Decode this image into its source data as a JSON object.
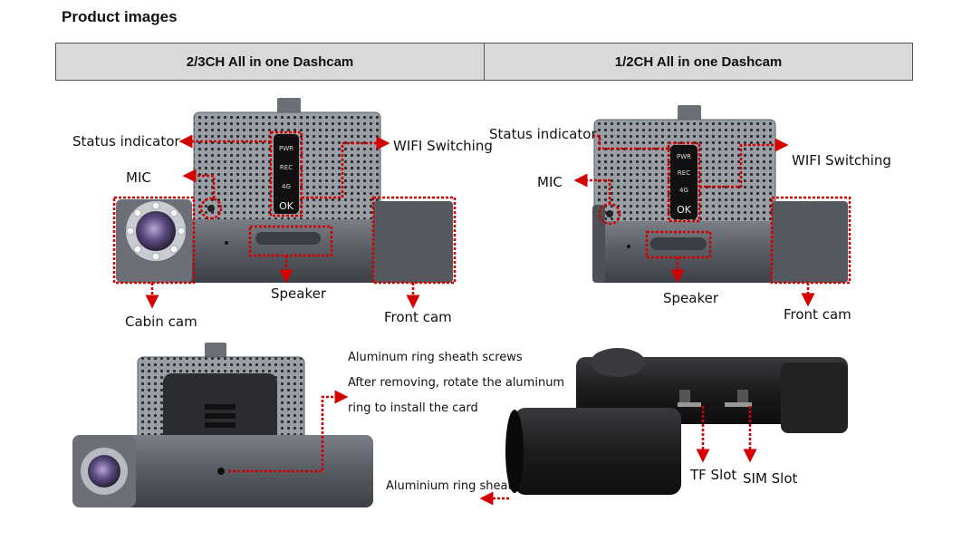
{
  "heading": "Product images",
  "table": {
    "left_header": "2/3CH All in one Dashcam",
    "right_header": "1/2CH All in one Dashcam"
  },
  "device_labels": {
    "pwr": "PWR",
    "rec": "REC",
    "net": "4G",
    "ok": "OK"
  },
  "left_device": {
    "status_indicator": "Status indicator",
    "mic": "MIC",
    "wifi_switching": "WIFI Switching",
    "speaker": "Speaker",
    "cabin_cam": "Cabin cam",
    "front_cam": "Front cam"
  },
  "right_device": {
    "status_indicator": "Status indicator",
    "mic": "MIC",
    "wifi_switching": "WIFI Switching",
    "speaker": "Speaker",
    "front_cam": "Front cam"
  },
  "bottom_left": {
    "note_line1": "Aluminum ring sheath screws",
    "note_line2": "After removing, rotate the aluminum",
    "note_line3": "ring to install the card"
  },
  "bottom_right": {
    "sheath": "Aluminium ring sheath",
    "tf_slot": "TF Slot",
    "sim_slot": "SIM Slot"
  },
  "colors": {
    "annotation_red": "#d40000",
    "header_bg": "#d9d9d9",
    "device_body": "#5a5f66",
    "device_dark": "#1c1c1e"
  }
}
